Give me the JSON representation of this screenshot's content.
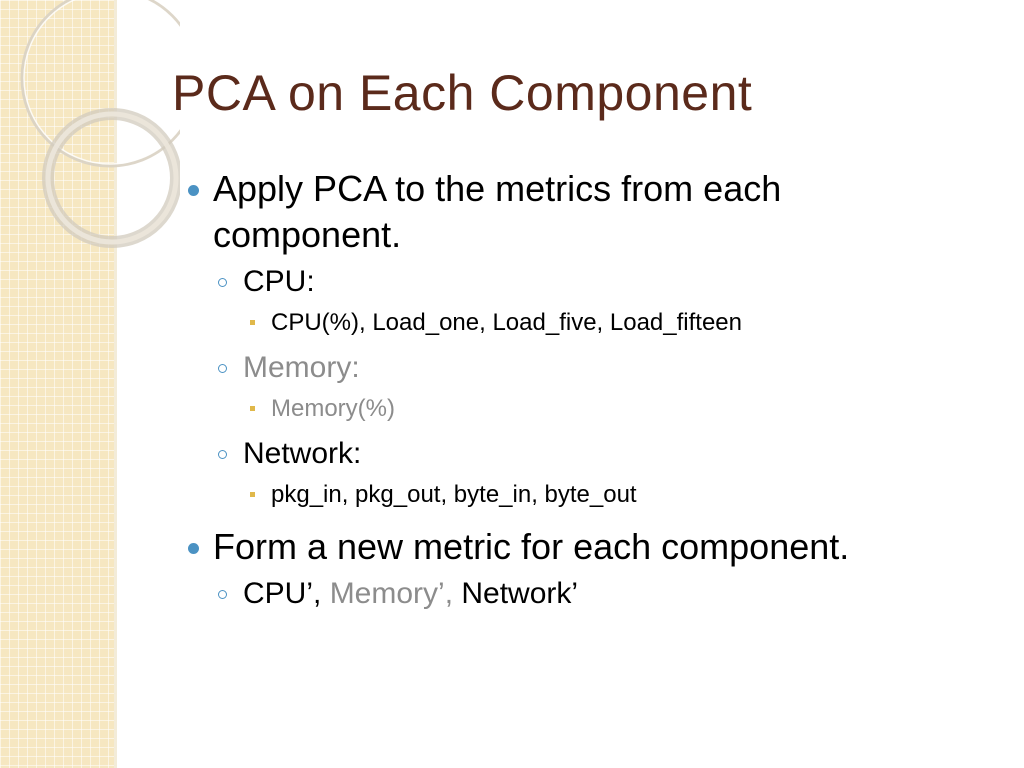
{
  "slide": {
    "title": "PCA on Each Component",
    "bullets": [
      {
        "text_line1": "Apply PCA to the metrics from each",
        "text_line2": "component.",
        "sub": [
          {
            "label": "CPU:",
            "detail": "CPU(%), Load_one, Load_five, Load_fifteen",
            "muted": false
          },
          {
            "label": "Memory:",
            "detail": "Memory(%)",
            "muted": true
          },
          {
            "label": "Network:",
            "detail": "pkg_in, pkg_out, byte_in, byte_out",
            "muted": false
          }
        ]
      },
      {
        "text": "Form a new metric for each component.",
        "sub_parts": [
          "CPU’, ",
          "Memory’, ",
          "Network’"
        ]
      }
    ]
  },
  "colors": {
    "title": "#5b2a1b",
    "bullet_primary": "#4b92c3",
    "bullet_tertiary": "#e0b84a",
    "muted_text": "#8c8c8c",
    "side_band": "#f6e7c1"
  },
  "icons": {
    "level1": "filled-circle-bullet",
    "level2": "hollow-circle-bullet",
    "level3": "small-square-bullet"
  }
}
